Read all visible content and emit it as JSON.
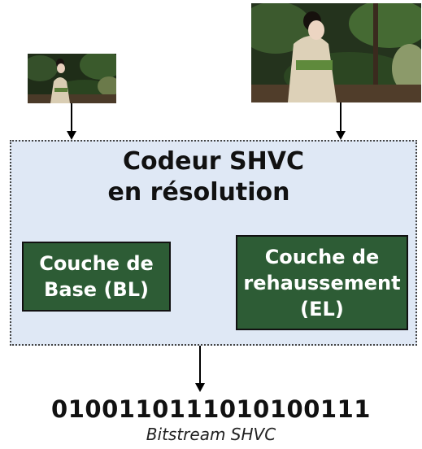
{
  "inputs": {
    "low_resolution_image": "person-in-kimono-low-res",
    "high_resolution_image": "person-in-kimono-high-res"
  },
  "encoder": {
    "title_line1": "Codeur SHVC",
    "title_line2": "en résolution"
  },
  "layers": {
    "base": {
      "line1": "Couche de",
      "line2": "Base (BL)"
    },
    "enhancement": {
      "line1": "Couche de",
      "line2": "rehaussement",
      "line3": "(EL)"
    }
  },
  "output": {
    "bitstream": "0100110111010100111",
    "caption": "Bitstream SHVC"
  },
  "colors": {
    "encoder_background": "#dfe8f5",
    "layer_box": "#2d5c35",
    "layer_text": "#ffffff"
  }
}
